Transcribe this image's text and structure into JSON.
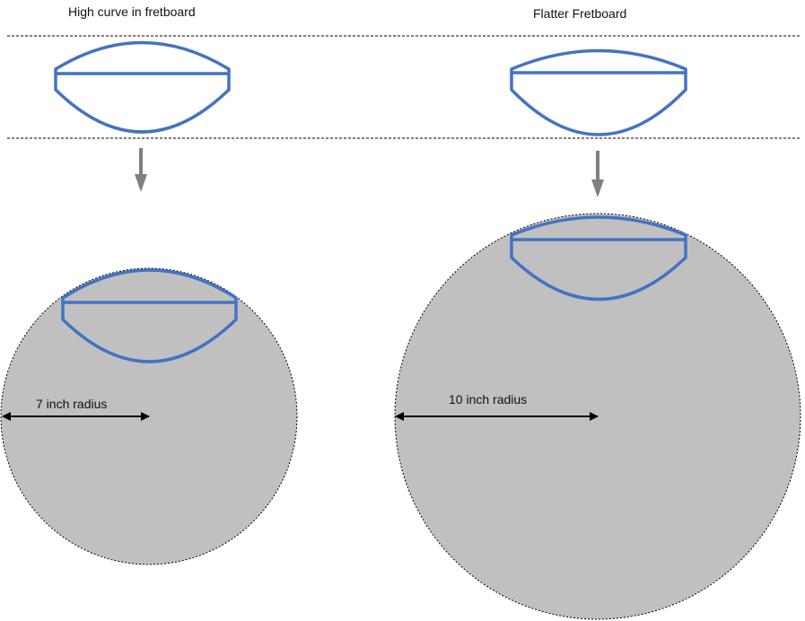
{
  "titles": {
    "left": "High curve in fretboard",
    "right": "Flatter Fretboard"
  },
  "radius_labels": {
    "left": "7 inch radius",
    "right": "10 inch radius"
  },
  "colors": {
    "shape": "#4472C4",
    "circle_fill": "#C0C0C0",
    "arrow": "#808080",
    "text": "#111111"
  }
}
